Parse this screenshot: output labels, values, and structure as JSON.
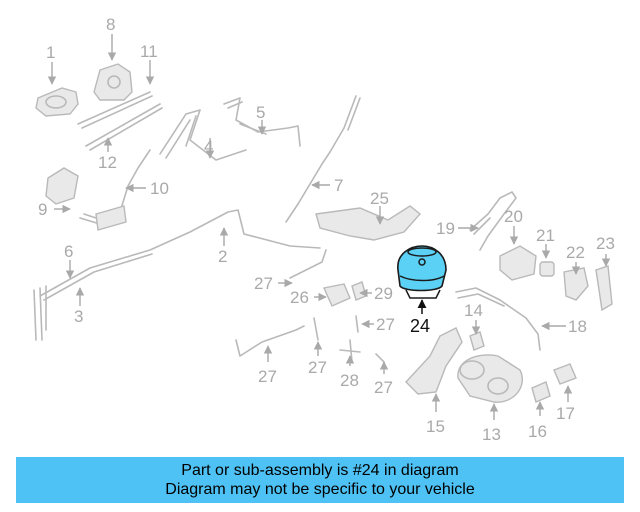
{
  "diagram": {
    "highlight_color": "#5bd1f5",
    "highlighted_part": "24",
    "callouts": {
      "c1": "1",
      "c2": "2",
      "c3": "3",
      "c4": "4",
      "c5": "5",
      "c6": "6",
      "c7": "7",
      "c8": "8",
      "c9": "9",
      "c10": "10",
      "c11": "11",
      "c12": "12",
      "c13": "13",
      "c14": "14",
      "c15": "15",
      "c16": "16",
      "c17": "17",
      "c18": "18",
      "c19": "19",
      "c20": "20",
      "c21": "21",
      "c22": "22",
      "c23": "23",
      "c24": "24",
      "c25": "25",
      "c26": "26",
      "c27": "27",
      "c28": "28",
      "c29": "29"
    }
  },
  "banner": {
    "background": "#4ec2f4",
    "line1": "Part or sub-assembly is #24 in diagram",
    "line2": "Diagram may not be specific to your vehicle"
  }
}
